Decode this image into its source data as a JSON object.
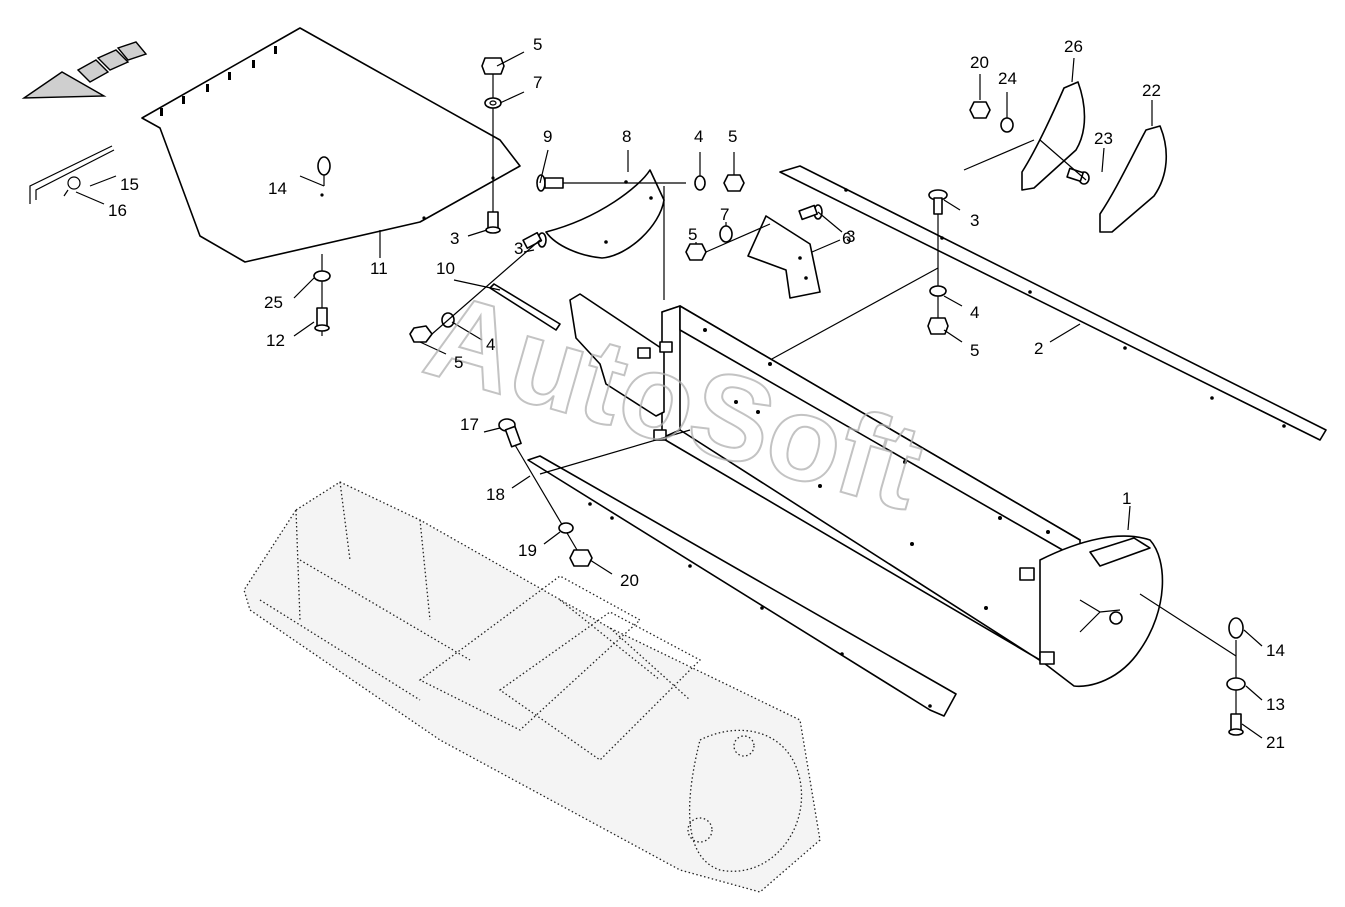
{
  "watermark": "AutoSoft",
  "callouts": [
    {
      "id": "c-1",
      "label": "1"
    },
    {
      "id": "c-2",
      "label": "2"
    },
    {
      "id": "c-3a",
      "label": "3"
    },
    {
      "id": "c-3b",
      "label": "3"
    },
    {
      "id": "c-3c",
      "label": "3"
    },
    {
      "id": "c-3d",
      "label": "3"
    },
    {
      "id": "c-4a",
      "label": "4"
    },
    {
      "id": "c-4b",
      "label": "4"
    },
    {
      "id": "c-4c",
      "label": "4"
    },
    {
      "id": "c-5a",
      "label": "5"
    },
    {
      "id": "c-5b",
      "label": "5"
    },
    {
      "id": "c-5c",
      "label": "5"
    },
    {
      "id": "c-5d",
      "label": "5"
    },
    {
      "id": "c-5e",
      "label": "5"
    },
    {
      "id": "c-6",
      "label": "6"
    },
    {
      "id": "c-7a",
      "label": "7"
    },
    {
      "id": "c-7b",
      "label": "7"
    },
    {
      "id": "c-8",
      "label": "8"
    },
    {
      "id": "c-9",
      "label": "9"
    },
    {
      "id": "c-10",
      "label": "10"
    },
    {
      "id": "c-11",
      "label": "11"
    },
    {
      "id": "c-12",
      "label": "12"
    },
    {
      "id": "c-13",
      "label": "13"
    },
    {
      "id": "c-14a",
      "label": "14"
    },
    {
      "id": "c-14b",
      "label": "14"
    },
    {
      "id": "c-15",
      "label": "15"
    },
    {
      "id": "c-16",
      "label": "16"
    },
    {
      "id": "c-17",
      "label": "17"
    },
    {
      "id": "c-18",
      "label": "18"
    },
    {
      "id": "c-19",
      "label": "19"
    },
    {
      "id": "c-20a",
      "label": "20"
    },
    {
      "id": "c-20b",
      "label": "20"
    },
    {
      "id": "c-21",
      "label": "21"
    },
    {
      "id": "c-22",
      "label": "22"
    },
    {
      "id": "c-23",
      "label": "23"
    },
    {
      "id": "c-24",
      "label": "24"
    },
    {
      "id": "c-25",
      "label": "25"
    },
    {
      "id": "c-26",
      "label": "26"
    }
  ]
}
